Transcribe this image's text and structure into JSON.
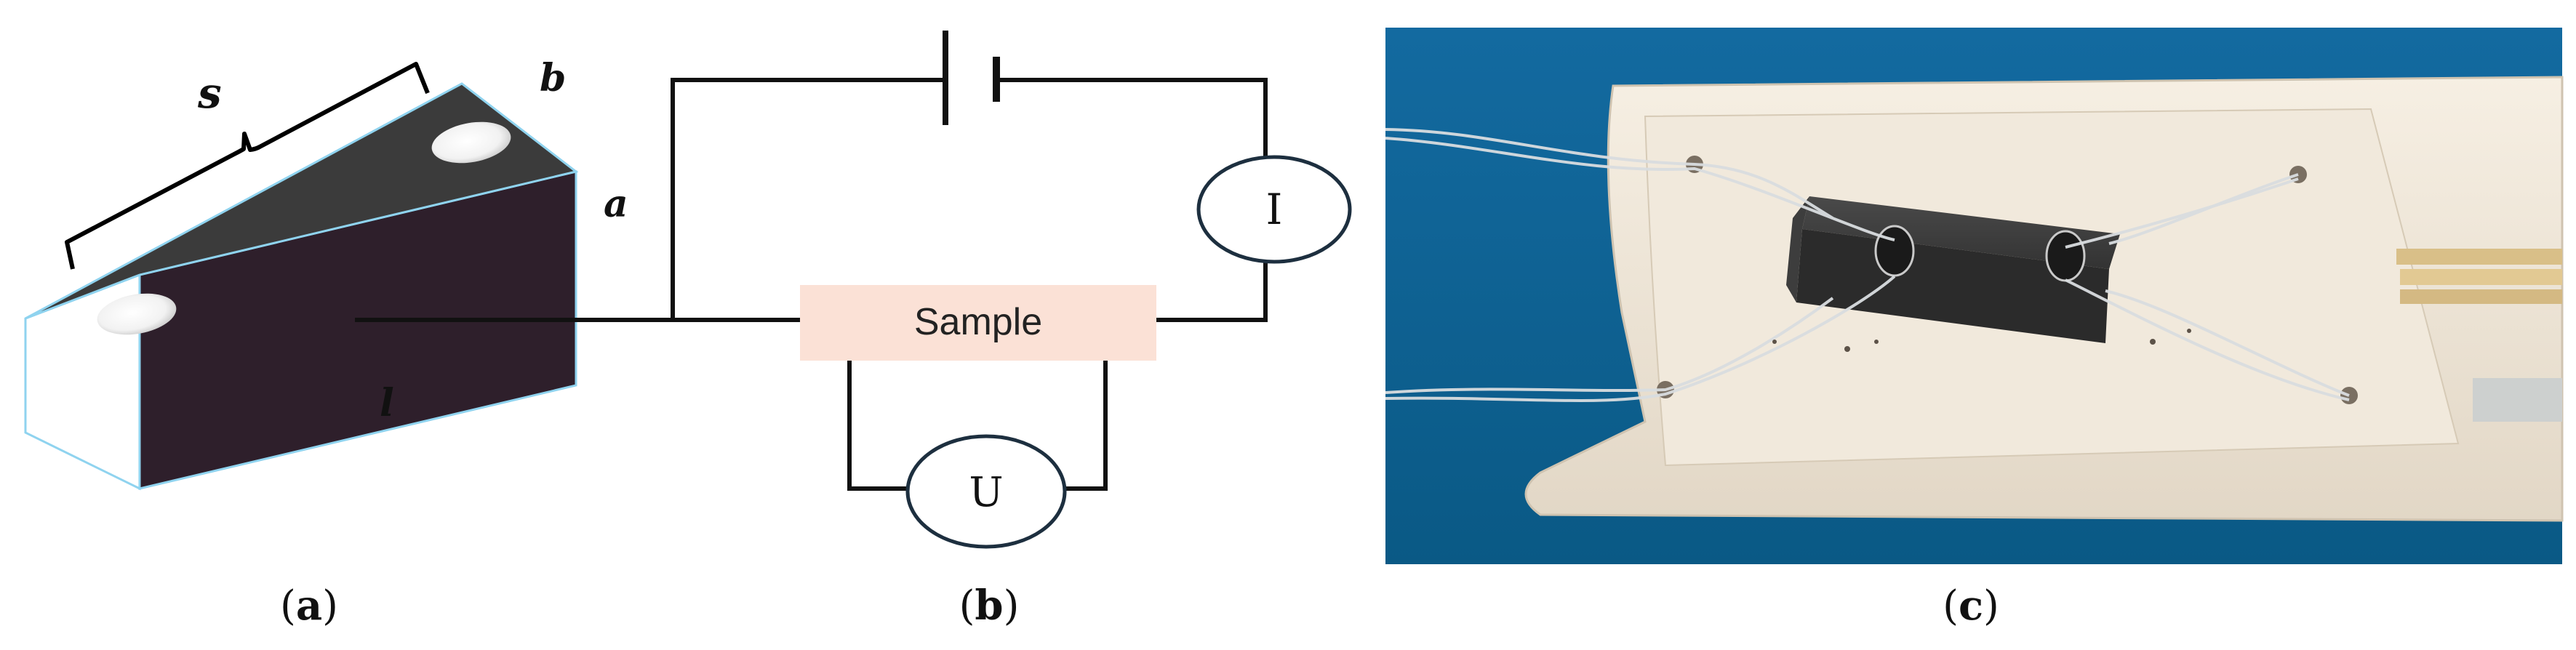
{
  "panel_a": {
    "label_s": "s",
    "label_b": "b",
    "label_a": "a",
    "label_l": "l",
    "caption_open": "(",
    "caption_letter": "a",
    "caption_close": ")"
  },
  "panel_b": {
    "sample_label": "Sample",
    "ammeter_label": "I",
    "voltmeter_label": "U",
    "caption_open": "(",
    "caption_letter": "b",
    "caption_close": ")"
  },
  "panel_c": {
    "caption_open": "(",
    "caption_letter": "c",
    "caption_close": ")"
  },
  "colors": {
    "bar_top": "#3b3b3b",
    "bar_front": "#2e1f2b",
    "bar_end": "#ffffff",
    "edge": "#8fd3ef",
    "sample_fill": "#fbe1d6",
    "wire": "#111111",
    "photo_bg": "#0d5f8e",
    "holder": "#efe6d8"
  }
}
